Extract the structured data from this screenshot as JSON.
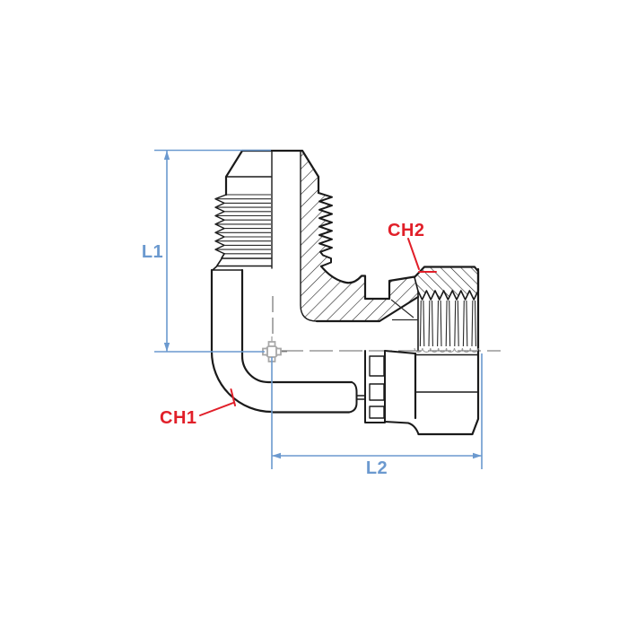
{
  "figure": {
    "dimensions": {
      "l1": {
        "label": "L1"
      },
      "l2": {
        "label": "L2"
      }
    },
    "callouts": {
      "ch1": {
        "label": "CH1"
      },
      "ch2": {
        "label": "CH2"
      }
    },
    "colors": {
      "dimension_blue": "#6b99cf",
      "callout_red": "#e11f29",
      "outline_black": "#1a1a1a",
      "centerline_gray": "#666666",
      "background": "#ffffff"
    }
  }
}
